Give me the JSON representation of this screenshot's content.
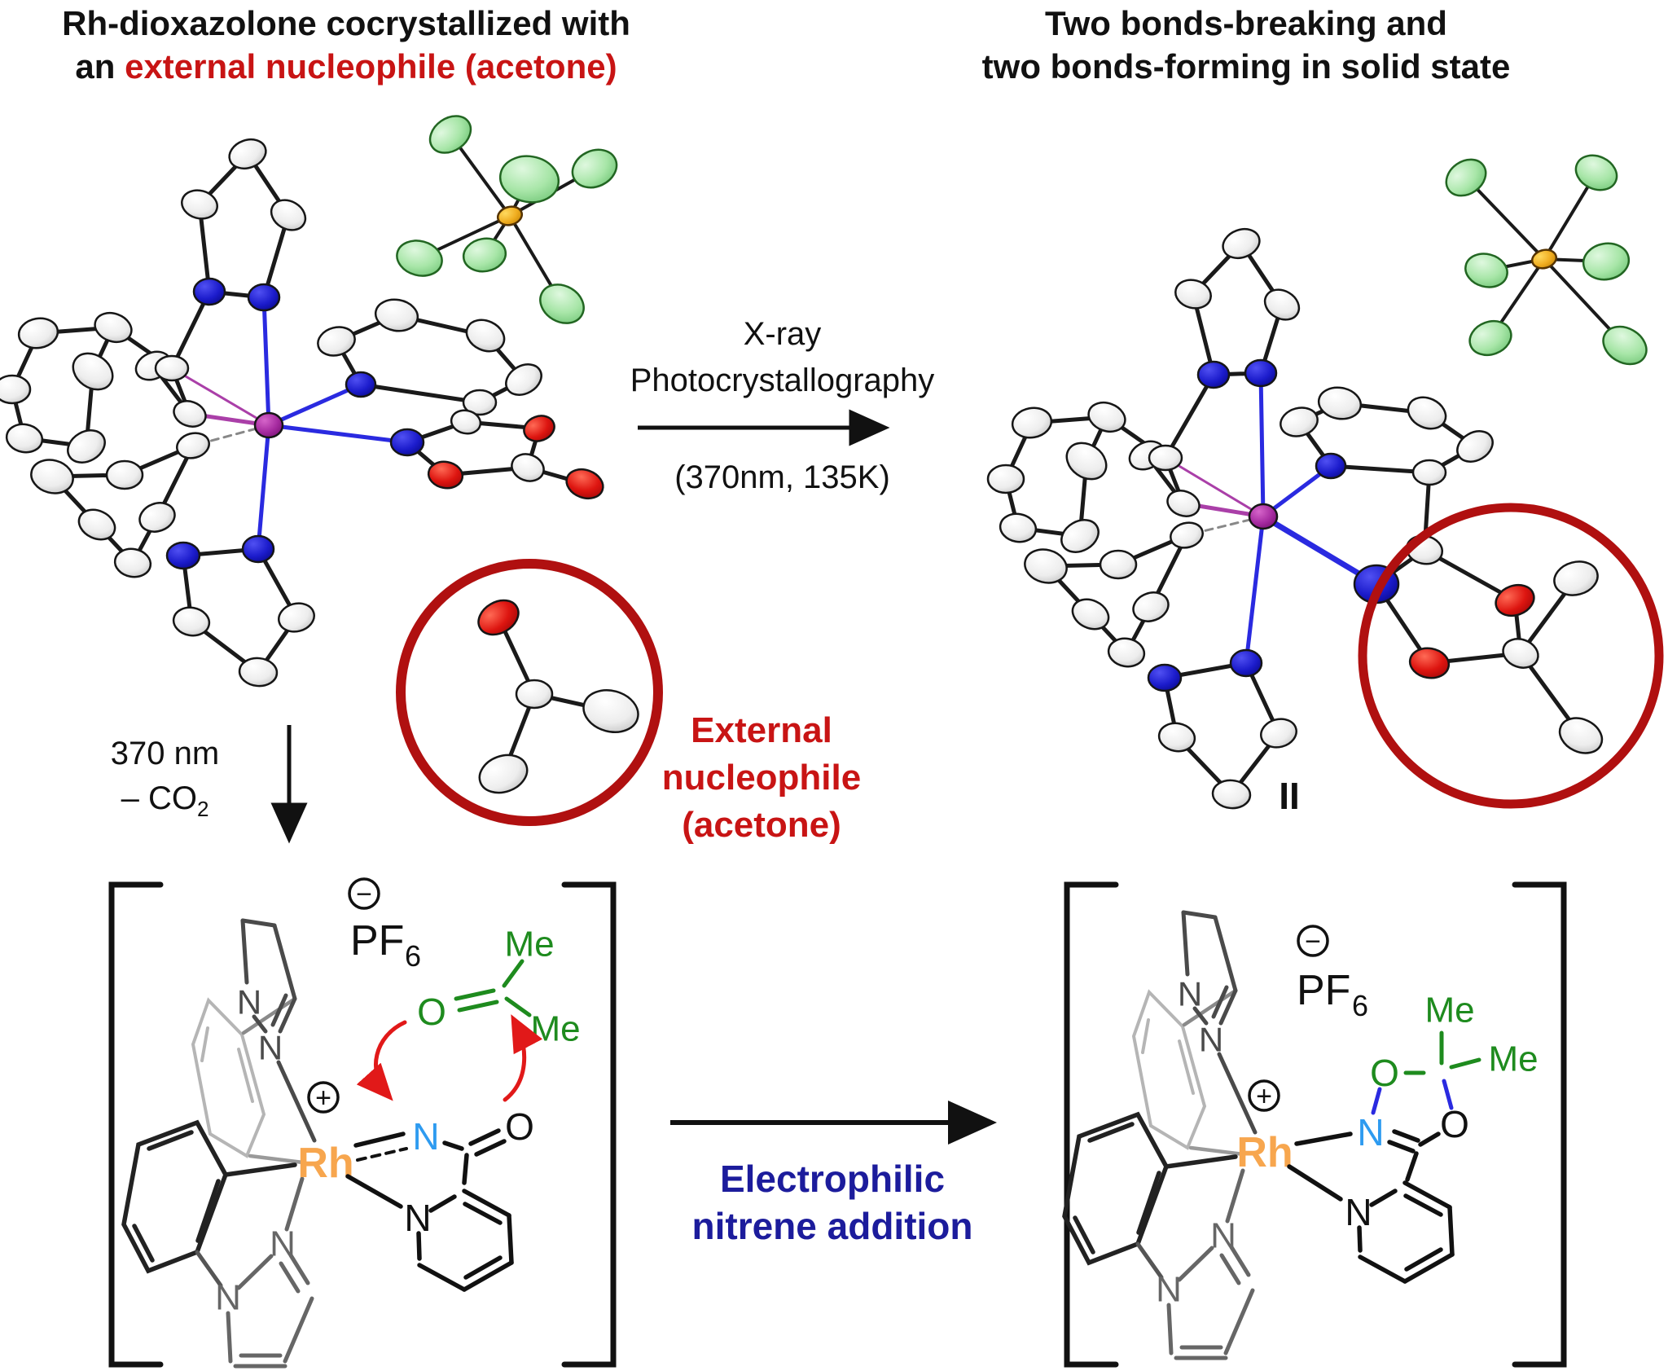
{
  "titles": {
    "left": {
      "line1": "Rh-dioxazolone cocrystallized with",
      "line2_black": "an",
      "line2_red": "external nucleophile (acetone)"
    },
    "right": {
      "line1": "Two bonds-breaking and",
      "line2": "two bonds-forming in solid state"
    }
  },
  "xray_arrow": {
    "line1": "X-ray",
    "line2": "Photocrystallography",
    "conditions": "(370nm, 135K)"
  },
  "photolysis": {
    "line1": "370 nm",
    "line2": "– CO",
    "line2_sub": "2"
  },
  "acetone_callout": {
    "line1": "External",
    "line2": "nucleophile",
    "line3": "(acetone)"
  },
  "product_label": "II",
  "reaction_arrow": {
    "line1": "Electrophilic",
    "line2": "nitrene addition"
  },
  "atoms": {
    "nitrogen": "N",
    "oxygen": "O",
    "rhodium": "Rh",
    "methyl": "Me",
    "pf": "PF",
    "pf_sub": "6",
    "minus": "−",
    "plus": "+"
  },
  "colors": {
    "highlight_red": "#c81414",
    "circle_red": "#b01010",
    "green": "#1e8b1e",
    "navy": "#1c1c9c",
    "rh_orange": "#f7a64e",
    "n_blue": "#2e9bf0",
    "ortep_blue": "#1c1ccc",
    "ortep_red": "#d81010",
    "ortep_green": "#a8e6a8",
    "ortep_purple": "#a62ba0",
    "ortep_amber": "#efac1f"
  }
}
